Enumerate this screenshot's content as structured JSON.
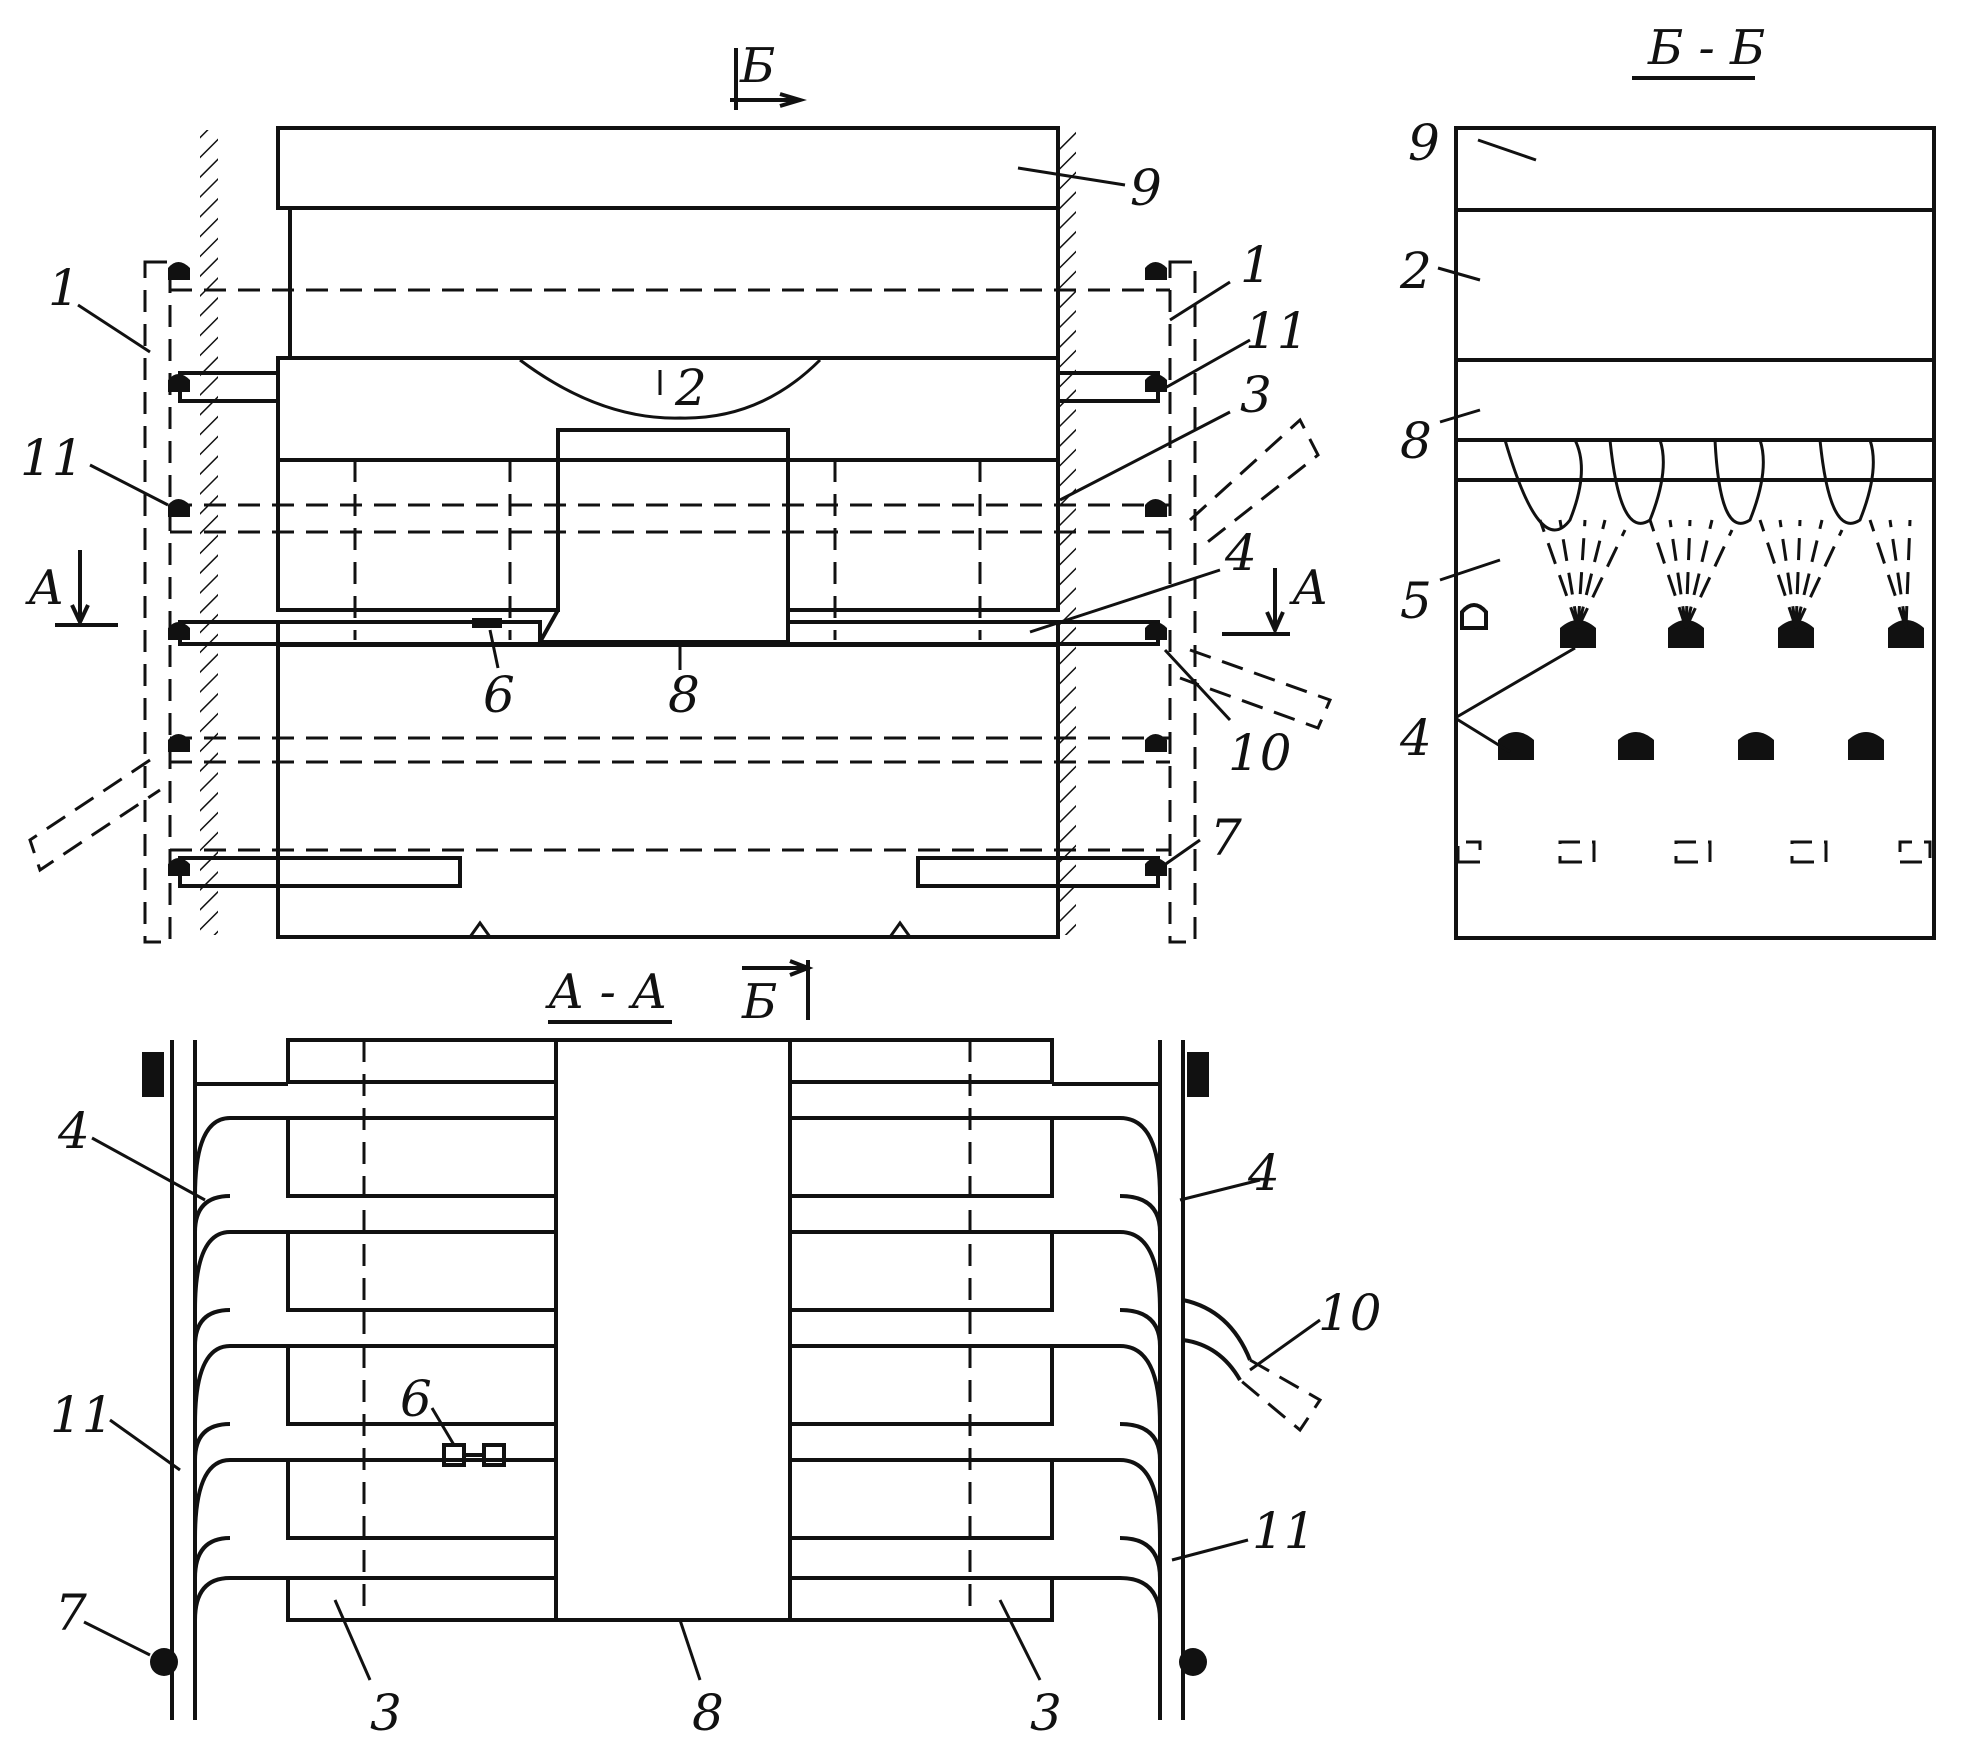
{
  "diagram": {
    "sections": {
      "elevation": {
        "cut_marks": [
          "Б",
          "А",
          "А"
        ]
      },
      "side_section": {
        "title": "Б - Б"
      },
      "plan": {
        "title": "А - А",
        "cut_mark": "Б"
      }
    },
    "labels": {
      "1": "1",
      "2": "2",
      "3": "3",
      "4": "4",
      "5": "5",
      "6": "6",
      "7": "7",
      "8": "8",
      "9": "9",
      "10": "10",
      "11": "11"
    }
  }
}
